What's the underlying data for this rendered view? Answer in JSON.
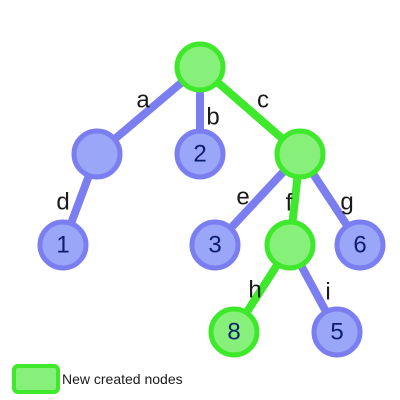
{
  "colors": {
    "blue_fill": "#9aa6f8",
    "blue_stroke": "#7b7ef0",
    "green_fill": "#86f07a",
    "green_stroke": "#3ee82a",
    "label_text": "#0b1f6e"
  },
  "nodes": [
    {
      "id": "root",
      "label": "",
      "color": "green"
    },
    {
      "id": "n_a",
      "label": "",
      "color": "blue"
    },
    {
      "id": "n_2",
      "label": "2",
      "color": "blue"
    },
    {
      "id": "n_c",
      "label": "",
      "color": "green"
    },
    {
      "id": "n_1",
      "label": "1",
      "color": "blue"
    },
    {
      "id": "n_3",
      "label": "3",
      "color": "blue"
    },
    {
      "id": "n_f",
      "label": "",
      "color": "green"
    },
    {
      "id": "n_6",
      "label": "6",
      "color": "blue"
    },
    {
      "id": "n_8",
      "label": "8",
      "color": "green"
    },
    {
      "id": "n_5",
      "label": "5",
      "color": "blue"
    }
  ],
  "edges": [
    {
      "from": "root",
      "to": "n_a",
      "label": "a",
      "color": "blue"
    },
    {
      "from": "root",
      "to": "n_2",
      "label": "b",
      "color": "blue"
    },
    {
      "from": "root",
      "to": "n_c",
      "label": "c",
      "color": "green"
    },
    {
      "from": "n_a",
      "to": "n_1",
      "label": "d",
      "color": "blue"
    },
    {
      "from": "n_c",
      "to": "n_3",
      "label": "e",
      "color": "blue"
    },
    {
      "from": "n_c",
      "to": "n_f",
      "label": "f",
      "color": "green"
    },
    {
      "from": "n_c",
      "to": "n_6",
      "label": "g",
      "color": "blue"
    },
    {
      "from": "n_f",
      "to": "n_8",
      "label": "h",
      "color": "green"
    },
    {
      "from": "n_f",
      "to": "n_5",
      "label": "i",
      "color": "blue"
    }
  ],
  "legend": {
    "label": "New created nodes",
    "color": "green"
  }
}
